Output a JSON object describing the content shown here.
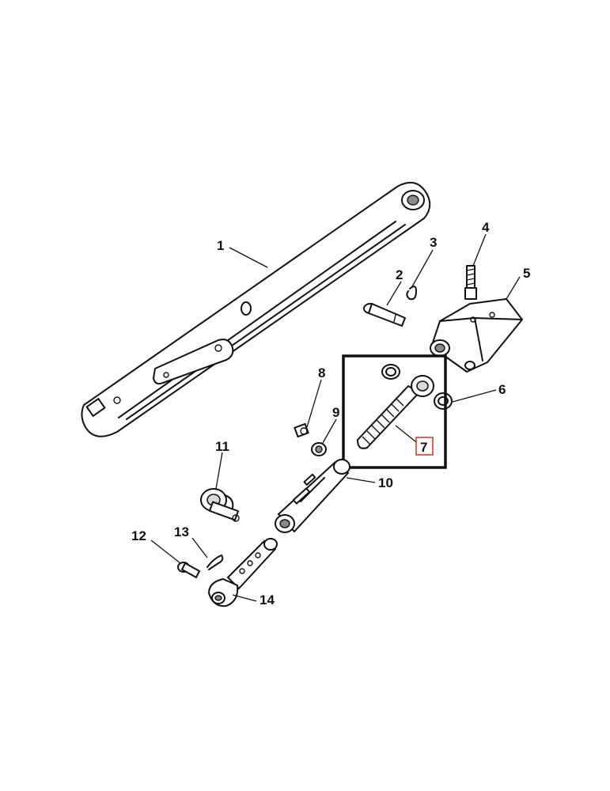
{
  "diagram": {
    "highlight_color": "#c0392b",
    "highlighted_part": "7",
    "callouts": [
      {
        "id": "1",
        "label": "1"
      },
      {
        "id": "2",
        "label": "2"
      },
      {
        "id": "3",
        "label": "3"
      },
      {
        "id": "4",
        "label": "4"
      },
      {
        "id": "5",
        "label": "5"
      },
      {
        "id": "6",
        "label": "6"
      },
      {
        "id": "7",
        "label": "7"
      },
      {
        "id": "8",
        "label": "8"
      },
      {
        "id": "9",
        "label": "9"
      },
      {
        "id": "10",
        "label": "10"
      },
      {
        "id": "11",
        "label": "11"
      },
      {
        "id": "12",
        "label": "12"
      },
      {
        "id": "13",
        "label": "13"
      },
      {
        "id": "14",
        "label": "14"
      }
    ]
  }
}
